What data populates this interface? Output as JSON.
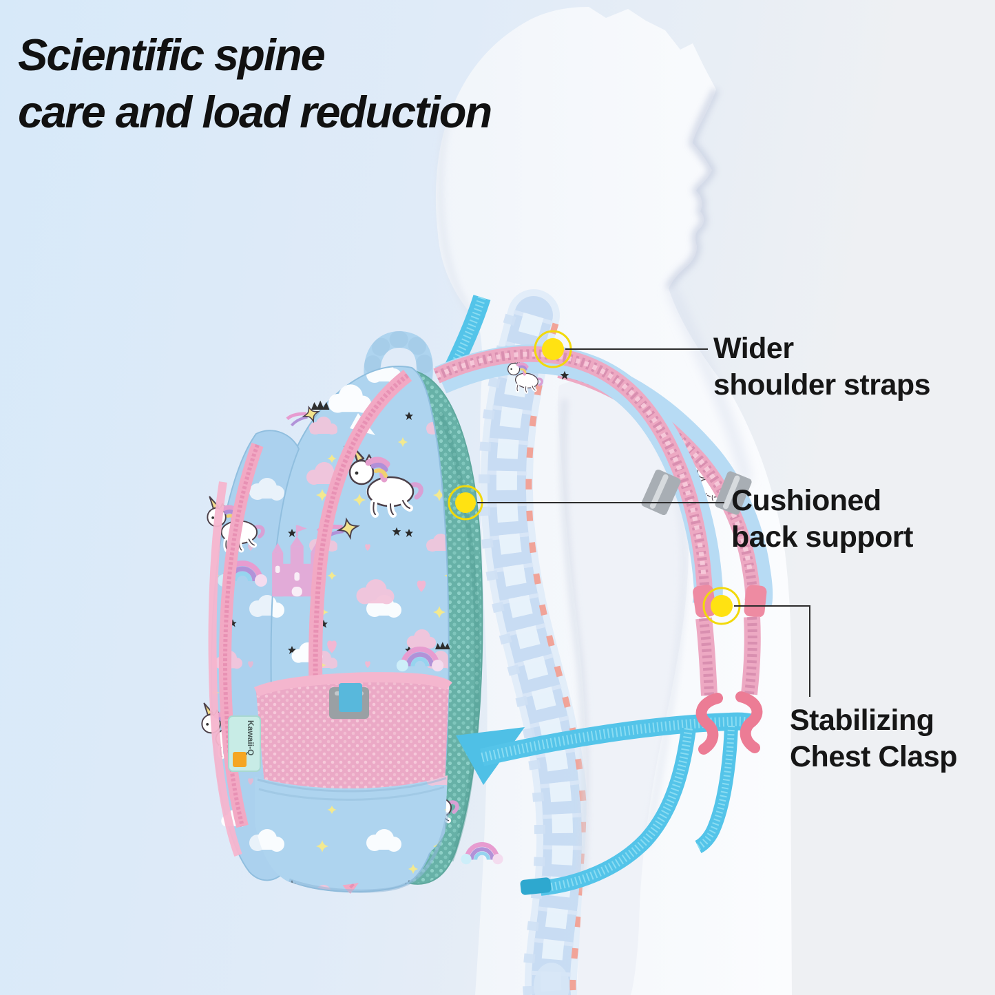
{
  "title": {
    "line1": "Scientific spine",
    "line2": "care and load reduction"
  },
  "annotations": {
    "shoulder": {
      "line1": "Wider",
      "line2": "shoulder straps"
    },
    "back": {
      "line1": "Cushioned",
      "line2": "back support"
    },
    "chest": {
      "line1": "Stabilizing",
      "line2": "Chest Clasp"
    }
  },
  "backpack": {
    "brand_tag": "Kawaii-Q"
  },
  "colors": {
    "background_left": "#d7e9f9",
    "background_right": "#eef0f3",
    "title_color": "#111111",
    "marker_yellow": "#ffe212",
    "marker_ring": "#f2d90a",
    "fabric_blue": "#aed4ef",
    "zipper_pink": "#f2a9c4",
    "strap_pink": "#eda9c3",
    "webbing_blue": "#54c4e9",
    "mesh_teal": "#67b1a7",
    "mesh_pink": "#eba9c6",
    "spine_blue": "#c6dbf2",
    "disc_salmon": "#f19f92"
  }
}
